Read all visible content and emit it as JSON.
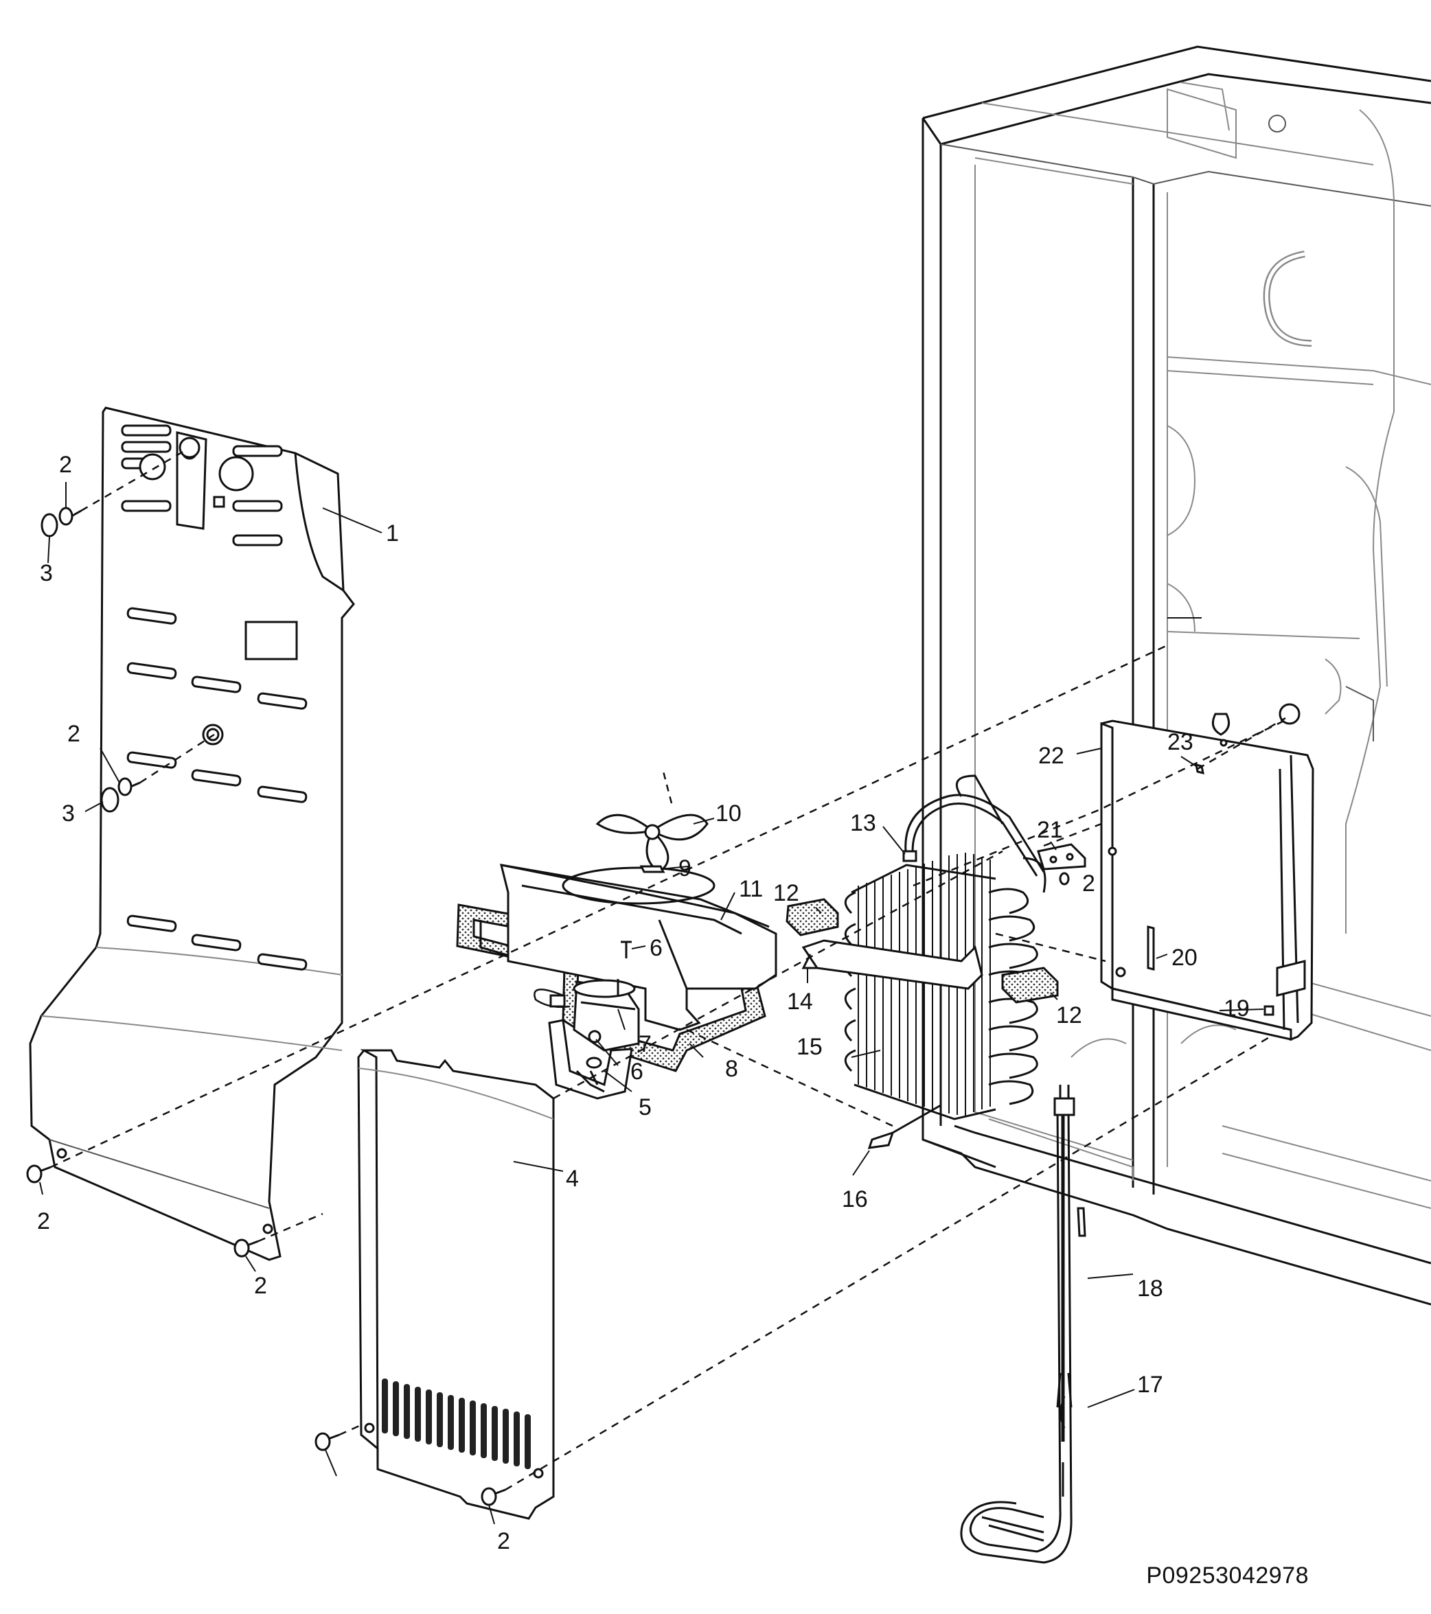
{
  "drawing_code": "P09253042978",
  "callouts": {
    "c1": "1",
    "c2": "2",
    "c3": "3",
    "c4": "4",
    "c5": "5",
    "c6": "6",
    "c7": "7",
    "c8": "8",
    "c9": "9",
    "c10": "10",
    "c11": "11",
    "c12": "12",
    "c13": "13",
    "c14": "14",
    "c15": "15",
    "c16": "16",
    "c17": "17",
    "c18": "18",
    "c19": "19",
    "c20": "20",
    "c21": "21",
    "c22": "22",
    "c23": "23"
  },
  "colors": {
    "ink": "#111111",
    "paper": "#ffffff",
    "light_line": "#888888"
  }
}
